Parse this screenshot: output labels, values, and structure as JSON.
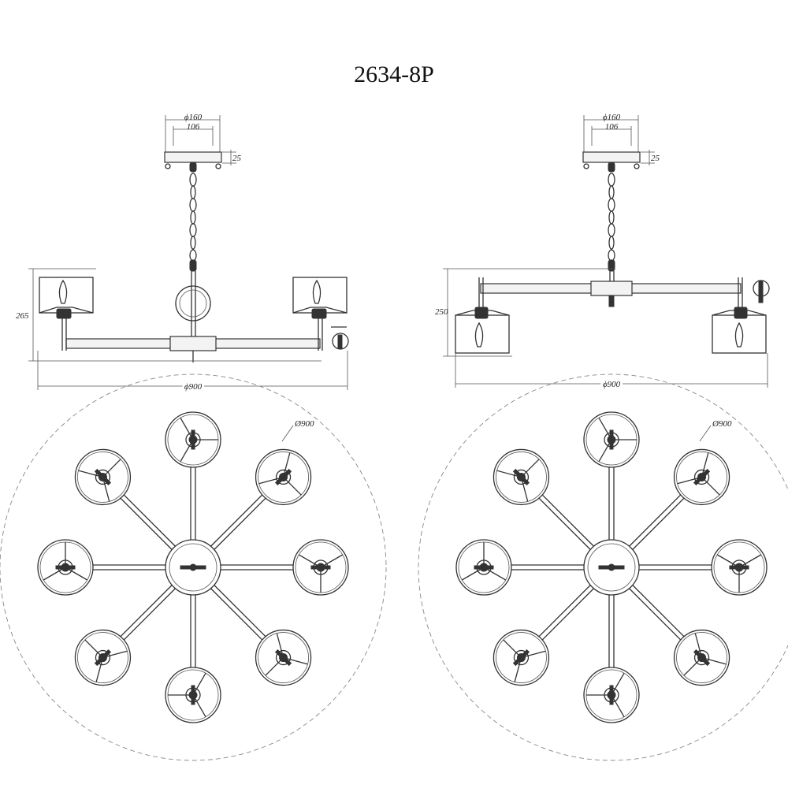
{
  "title": "2634-8P",
  "left_elevation": {
    "canopy_diameter": "ϕ160",
    "canopy_inner": "106",
    "canopy_height": "25",
    "height": "265",
    "width": "ϕ900"
  },
  "right_elevation": {
    "canopy_diameter": "ϕ160",
    "canopy_inner": "106",
    "canopy_height": "25",
    "height": "250",
    "width": "ϕ900"
  },
  "left_plan": {
    "diameter": "Ø900",
    "arms": 8
  },
  "right_plan": {
    "diameter": "Ø900",
    "arms": 8
  }
}
